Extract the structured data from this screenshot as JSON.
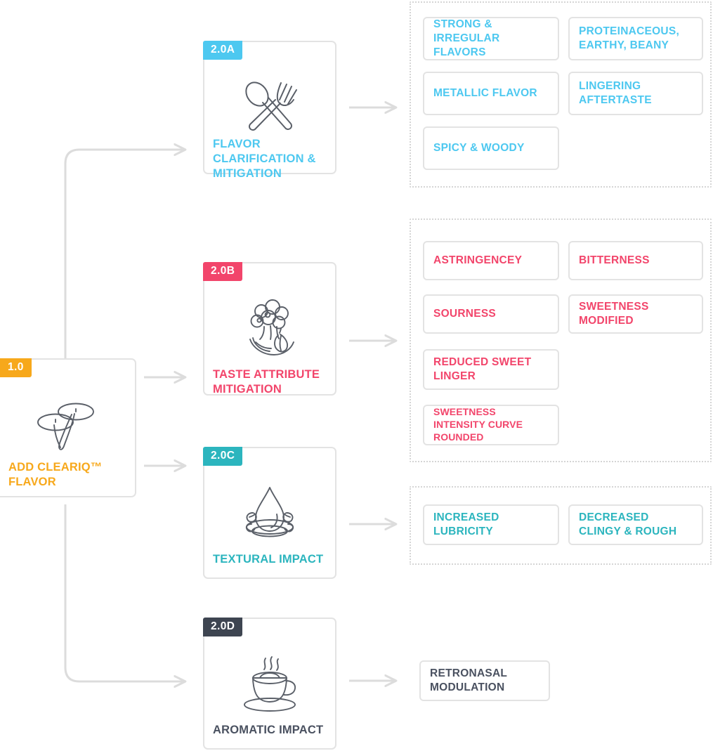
{
  "colors": {
    "orange": "#F7A81B",
    "sky": "#4DC8F0",
    "rose": "#F2456B",
    "teal": "#2CB5BE",
    "slate": "#4A5160",
    "card_border": "#E3E3E3",
    "dotted_border": "#D5D5D5",
    "arrow": "#DCDCDC",
    "glyph": "#5A5F68"
  },
  "root": {
    "badge": "1.0",
    "label": "ADD CLEARIQ™ FLAVOR",
    "icon": "mushroom-icon",
    "badge_color": "#F7A81B",
    "label_color": "#F7A81B"
  },
  "branches": [
    {
      "badge": "2.0A",
      "label": "FLAVOR CLARIFICATION & MITIGATION",
      "icon": "spoon-fork-icon",
      "color": "#4DC8F0",
      "outcomes": [
        "STRONG & IRREGULAR FLAVORS",
        "PROTEINACEOUS, EARTHY, BEANY",
        "METALLIC FLAVOR",
        "LINGERING AFTERTASTE",
        "SPICY & WOODY"
      ]
    },
    {
      "badge": "2.0B",
      "label": "TASTE ATTRIBUTE MITIGATION",
      "icon": "broccoli-garlic-icon",
      "color": "#F2456B",
      "outcomes": [
        "ASTRINGENCEY",
        "BITTERNESS",
        "SOURNESS",
        "SWEETNESS MODIFIED",
        "REDUCED SWEET LINGER",
        "SWEETNESS INTENSITY CURVE ROUNDED"
      ]
    },
    {
      "badge": "2.0C",
      "label": "TEXTURAL IMPACT",
      "icon": "water-droplet-icon",
      "color": "#2CB5BE",
      "outcomes": [
        "INCREASED LUBRICITY",
        "DECREASED CLINGY & ROUGH"
      ]
    },
    {
      "badge": "2.0D",
      "label": "AROMATIC IMPACT",
      "icon": "coffee-cup-icon",
      "color": "#4A5160",
      "outcomes": [
        "RETRONASAL MODULATION"
      ]
    }
  ]
}
